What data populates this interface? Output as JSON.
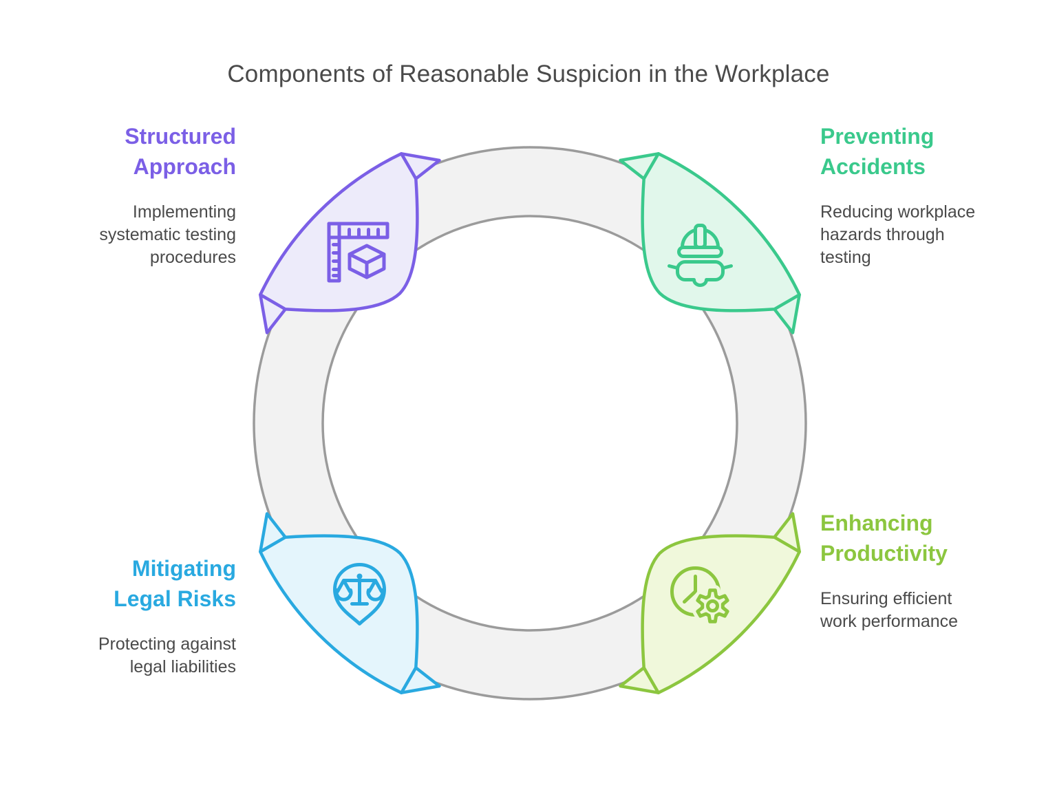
{
  "title": {
    "text": "Components of Reasonable Suspicion in the Workplace",
    "color": "#4A4A4A"
  },
  "ring": {
    "fill": "#F2F2F2",
    "stroke": "#9B9B9B"
  },
  "body_text_color": "#4A4A4A",
  "sections": [
    {
      "id": "structured-approach",
      "position": "top-left",
      "heading": "Structured Approach",
      "heading_lines": [
        "Structured",
        "Approach"
      ],
      "description": "Implementing systematic testing procedures",
      "description_lines": [
        "Implementing",
        "systematic testing",
        "procedures"
      ],
      "icon": "ruler-cube-icon",
      "color": "#7B5FE6",
      "fill": "#EDEBFA"
    },
    {
      "id": "preventing-accidents",
      "position": "top-right",
      "heading": "Preventing Accidents",
      "heading_lines": [
        "Preventing",
        "Accidents"
      ],
      "description": "Reducing workplace hazards through testing",
      "description_lines": [
        "Reducing workplace",
        "hazards through",
        "testing"
      ],
      "icon": "hard-hat-icon",
      "color": "#3AC98C",
      "fill": "#E1F7EB"
    },
    {
      "id": "mitigating-legal-risks",
      "position": "bottom-left",
      "heading": "Mitigating Legal Risks",
      "heading_lines": [
        "Mitigating",
        "Legal Risks"
      ],
      "description": "Protecting against legal liabilities",
      "description_lines": [
        "Protecting against",
        "legal liabilities"
      ],
      "icon": "scales-pin-icon",
      "color": "#29A9E0",
      "fill": "#E4F5FC"
    },
    {
      "id": "enhancing-productivity",
      "position": "bottom-right",
      "heading": "Enhancing Productivity",
      "heading_lines": [
        "Enhancing",
        "Productivity"
      ],
      "description": "Ensuring efficient work performance",
      "description_lines": [
        "Ensuring efficient",
        "work performance"
      ],
      "icon": "clock-gear-icon",
      "color": "#8CC63F",
      "fill": "#F0F8DB"
    }
  ]
}
